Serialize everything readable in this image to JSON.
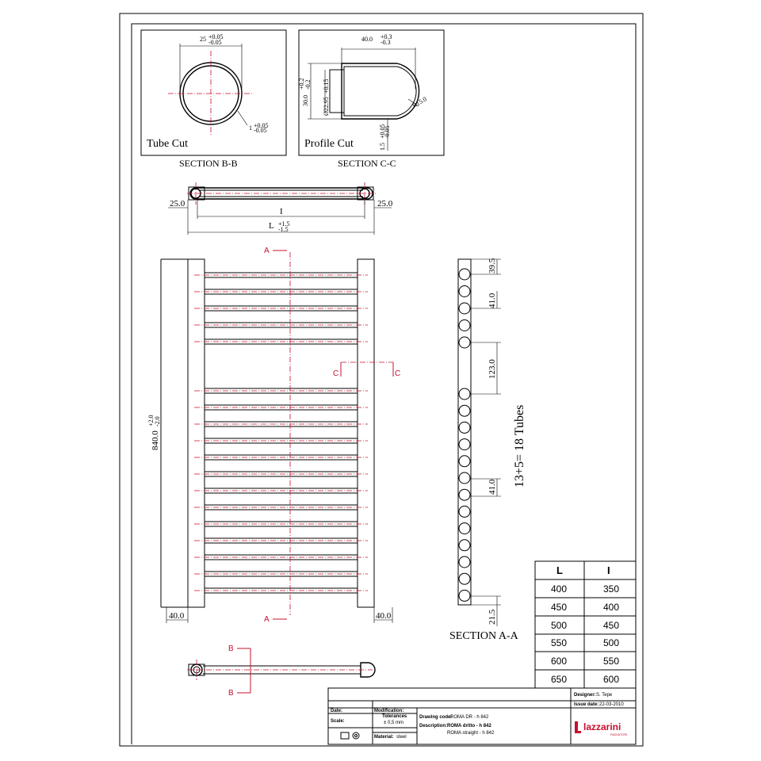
{
  "sections": {
    "bb_label": "SECTION B-B",
    "cc_label": "SECTION C-C",
    "aa_label": "SECTION A-A",
    "tube_cut": "Tube Cut",
    "profile_cut": "Profile Cut"
  },
  "tube_cut_dims": {
    "dia": "25",
    "dia_tol_up": "+0.05",
    "dia_tol_dn": "-0.05",
    "wall": "1",
    "wall_tol_up": "+0.05",
    "wall_tol_dn": "-0.05"
  },
  "profile_cut_dims": {
    "width": "40.0",
    "width_tol_up": "+0.3",
    "width_tol_dn": "-0.3",
    "height": "30.0",
    "height_tol_up": "+0.2",
    "height_tol_dn": "-0.2",
    "hole": "Ø22.95",
    "hole_tol": "+0.15",
    "radius": "R15.0",
    "wall": "1.5",
    "wall_tol_up": "+0.05",
    "wall_tol_dn": "-0.05"
  },
  "top_view": {
    "left_offset": "25.0",
    "right_offset": "25.0",
    "inner": "I",
    "overall": "L",
    "overall_tol_up": "+1.5",
    "overall_tol_dn": "-1.5"
  },
  "front_view": {
    "height": "840.0",
    "height_tol_up": "+2.0",
    "height_tol_dn": "-2.0",
    "left_base": "40.0",
    "right_base": "40.0",
    "marker_a": "A",
    "marker_b": "B",
    "marker_c": "C"
  },
  "side_view": {
    "top_gap": "39.5",
    "pitch_top": "41.0",
    "gap_middle": "123.0",
    "pitch_bottom": "41.0",
    "bottom_gap": "21.5",
    "tubes_note": "13+5= 18 Tubes"
  },
  "size_table": {
    "headers": [
      "L",
      "I"
    ],
    "rows": [
      [
        "400",
        "350"
      ],
      [
        "450",
        "400"
      ],
      [
        "500",
        "450"
      ],
      [
        "550",
        "500"
      ],
      [
        "600",
        "550"
      ],
      [
        "650",
        "600"
      ]
    ]
  },
  "title_block": {
    "designer_label": "Designer:",
    "designer": "S. Tepe",
    "issue_label": "Issue date:",
    "issue_date": "22-03-2010",
    "date_label": "Date:",
    "modification_label": "Modification:",
    "scale_label": "Scale:",
    "tolerances_label": "Tolerances",
    "tolerances_value": "± 0,5 mm",
    "material_label": "Material:",
    "material": "steel",
    "drawing_code_label": "Drawing code:",
    "drawing_code": "ROMA DR - h 842",
    "description_label": "Description:",
    "description": "ROMA dritto - h 842",
    "description_2": "ROMA straight - h 842",
    "brand": "lazzarini",
    "brand_sub": "RADIATORI"
  }
}
